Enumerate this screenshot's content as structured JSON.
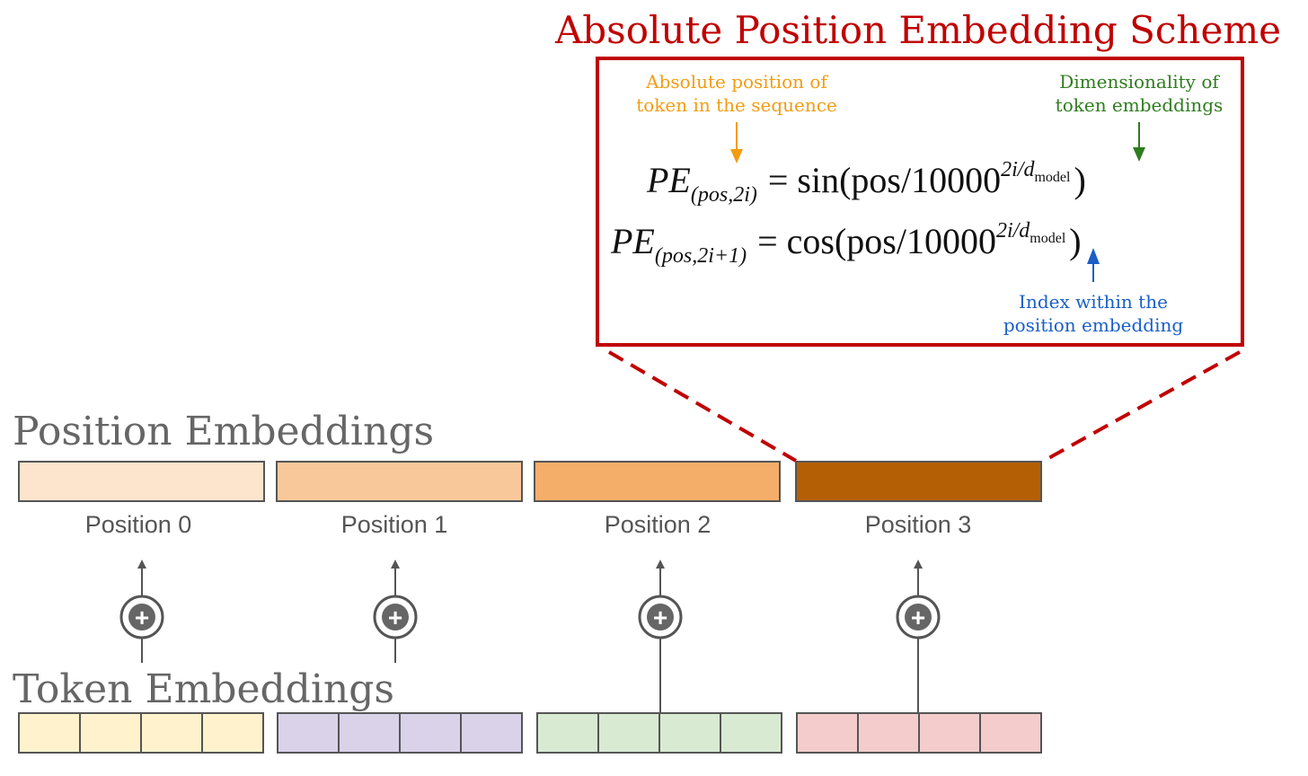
{
  "scheme": {
    "title": "Absolute Position Embedding Scheme",
    "title_color": "#c00000",
    "box_border_color": "#c00000",
    "annotations": {
      "position": {
        "line1": "Absolute position of",
        "line2": "token in the sequence",
        "color": "#f39c12"
      },
      "dimensionality": {
        "line1": "Dimensionality of",
        "line2": "token embeddings",
        "color": "#2e7d1e"
      },
      "index": {
        "line1": "Index within the",
        "line2": "position embedding",
        "color": "#1a5fc8"
      }
    },
    "formulas": {
      "sin": {
        "lhs": "PE",
        "lhs_sub": "(pos,2i)",
        "rhs_pre": "= sin(pos/10000",
        "exp": "2i/d",
        "exp_sub": "model",
        "close": ")"
      },
      "cos": {
        "lhs": "PE",
        "lhs_sub": "(pos,2i+1)",
        "rhs_pre": "= cos(pos/10000",
        "exp": "2i/d",
        "exp_sub": "model",
        "close": ")"
      }
    }
  },
  "position_embeddings": {
    "label": "Position Embeddings",
    "items": [
      {
        "label": "Position 0",
        "color": "#fce4cd"
      },
      {
        "label": "Position 1",
        "color": "#f8c89b"
      },
      {
        "label": "Position 2",
        "color": "#f4ae69"
      },
      {
        "label": "Position 3",
        "color": "#b45f06"
      }
    ]
  },
  "token_embeddings": {
    "label": "Token Embeddings",
    "items": [
      {
        "color": "#fff2cc"
      },
      {
        "color": "#d9d2e9"
      },
      {
        "color": "#d9ead3"
      },
      {
        "color": "#f4cccc"
      }
    ]
  },
  "plus_symbol": "+",
  "connector_color": "#555555",
  "zoom_line_color": "#c00000"
}
